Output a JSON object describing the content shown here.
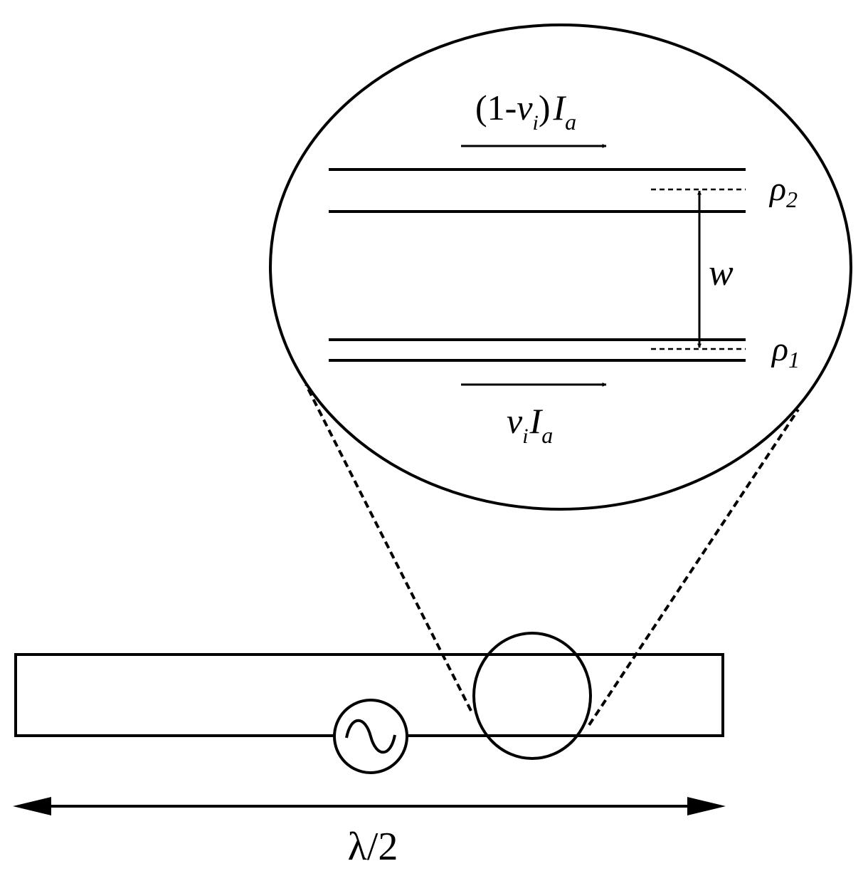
{
  "colors": {
    "ink": "#000000",
    "background": "#ffffff"
  },
  "labels": {
    "top_current": {
      "open": "(1-",
      "v": "v",
      "v_sub": "i",
      "close": ")",
      "I": "I",
      "I_sub": "a"
    },
    "bottom_current": {
      "v": "v",
      "v_sub": "i",
      "I": "I",
      "I_sub": "a"
    },
    "rho2": {
      "symbol": "ρ",
      "sub": "2"
    },
    "rho1": {
      "symbol": "ρ",
      "sub": "1"
    },
    "width": "w",
    "length": "λ/2"
  },
  "icons": {
    "source": "ac-source-icon"
  }
}
